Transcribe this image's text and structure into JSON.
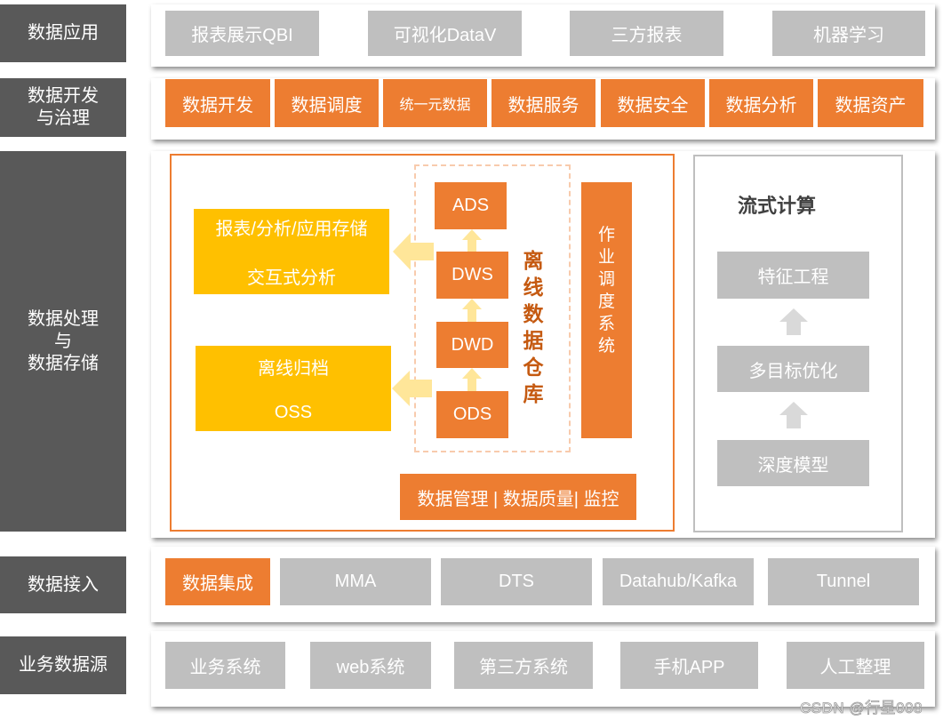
{
  "layers": [
    {
      "label": "数据应用",
      "items": [
        "报表展示QBI",
        "可视化DataV",
        "三方报表",
        "机器学习"
      ]
    },
    {
      "label": "数据开发\n与治理",
      "items": [
        "数据开发",
        "数据调度",
        "统一元数据",
        "数据服务",
        "数据安全",
        "数据分析",
        "数据资产"
      ]
    },
    {
      "label": "数据处理\n与\n数据存储"
    },
    {
      "label": "数据接入",
      "items": [
        "数据集成",
        "MMA",
        "DTS",
        "Datahub/Kafka",
        "Tunnel"
      ]
    },
    {
      "label": "业务数据源",
      "items": [
        "业务系统",
        "web系统",
        "第三方系统",
        "手机APP",
        "人工整理"
      ]
    }
  ],
  "processing": {
    "report_store": [
      "报表/分析/应用存储",
      "交互式分析"
    ],
    "archive": [
      "离线归档",
      "OSS"
    ],
    "warehouse_layers": [
      "ADS",
      "DWS",
      "DWD",
      "ODS"
    ],
    "warehouse_title": "离线数据仓库",
    "scheduler": "作业调度系统",
    "governance": "数据管理 | 数据质量| 监控",
    "stream_title": "流式计算",
    "stream_items": [
      "特征工程",
      "多目标优化",
      "深度模型"
    ]
  },
  "watermark": "CSDN @行星008",
  "colors": {
    "orange": "#ed7d31",
    "yellow": "#ffc000",
    "gray": "#bfbfbf",
    "dark": "#595959"
  }
}
